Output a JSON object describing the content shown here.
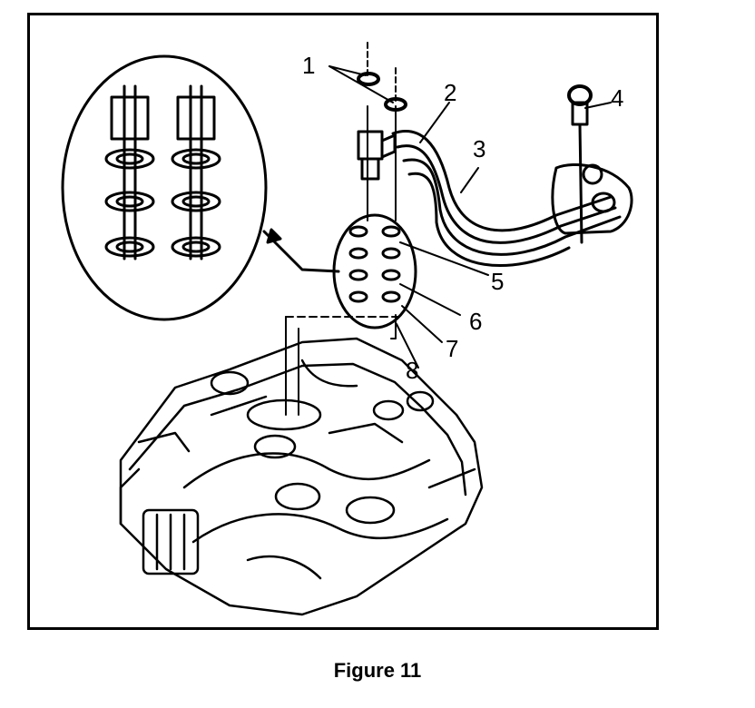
{
  "figure": {
    "caption": "Figure 11",
    "callouts": [
      "1",
      "2",
      "3",
      "4",
      "5",
      "6",
      "7",
      "8"
    ]
  },
  "colors": {
    "line": "#000000",
    "background": "#ffffff"
  }
}
